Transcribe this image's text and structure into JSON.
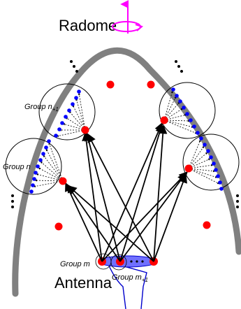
{
  "labels": {
    "radome": "Radome",
    "antenna": "Antenna",
    "group_n_plus_1_base": "Group n",
    "group_n_plus_1_sub": "+1",
    "group_n": "Group n",
    "group_m": "Group m",
    "group_m_plus_1_base": "Group m",
    "group_m_plus_1_sub": "+1"
  },
  "icons": {
    "rotation": "rotation-arrow-icon",
    "ellipsis": "ellipsis-icon"
  },
  "colors": {
    "radome_wall": "#808080",
    "red_point": "#ff0000",
    "blue_point": "#0000ff",
    "rotation": "#ff00ff",
    "antenna_fill": "#7070ff",
    "feed_line": "#0000cc"
  }
}
